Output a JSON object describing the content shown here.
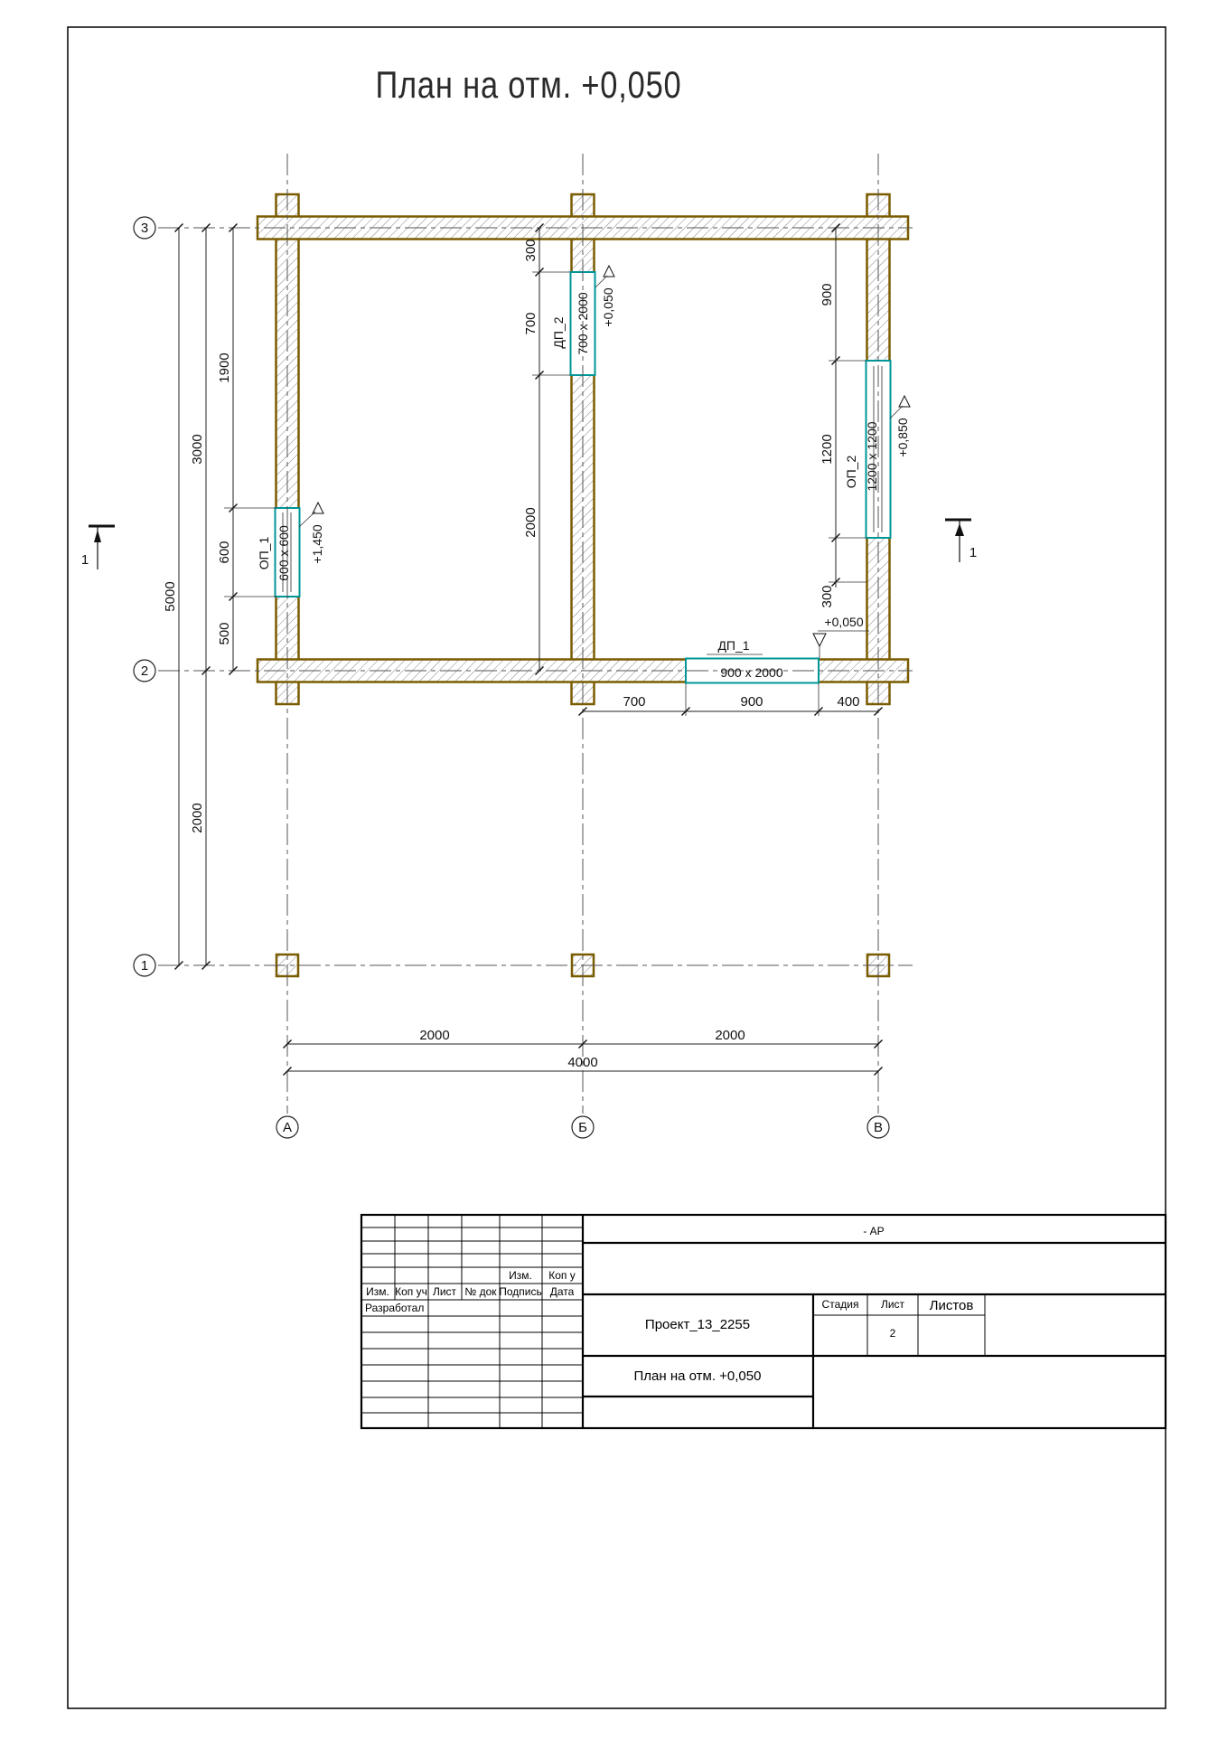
{
  "title": "План на отм. +0,050",
  "colors": {
    "wall_outline": "#7a5c00",
    "opening_accent": "#009597"
  },
  "axes": {
    "h": [
      "3",
      "2",
      "1"
    ],
    "v": [
      "А",
      "Б",
      "В"
    ]
  },
  "section_mark": "1",
  "dims": {
    "left_inner": [
      "1900",
      "600",
      "500"
    ],
    "left_mid": [
      "3000",
      "2000"
    ],
    "left_outer": "5000",
    "axis_b": [
      "300",
      "700",
      "2000"
    ],
    "axis_v": [
      "900",
      "1200",
      "300"
    ],
    "door_chain": [
      "700",
      "900",
      "400"
    ],
    "bottom": [
      "2000",
      "2000"
    ],
    "bottom_total": "4000"
  },
  "openings": {
    "op1": {
      "name": "ОП_1",
      "size": "600 х 600",
      "elev": "+1,450"
    },
    "dp2": {
      "name": "ДП_2",
      "size": "700 х 2000",
      "elev": "+0,050"
    },
    "op2": {
      "name": "ОП_2",
      "size": "1200 х 1200",
      "elev": "+0,850"
    },
    "dp1": {
      "name": "ДП_1",
      "size": "900 х 2000",
      "elev": "+0,050"
    }
  },
  "titleblock": {
    "code": "- АР",
    "prehead": {
      "izm": "Изм.",
      "kop": "Коп у"
    },
    "head": [
      "Изм.",
      "Коп уч",
      "Лист",
      "№ док",
      "Подпись",
      "Дата"
    ],
    "developer": "Разработал",
    "project": "Проект_13_2255",
    "stage": "Стадия",
    "sheet": "Лист",
    "sheets": "Листов",
    "sheet_no": "2",
    "doc_title": "План на отм. +0,050"
  }
}
